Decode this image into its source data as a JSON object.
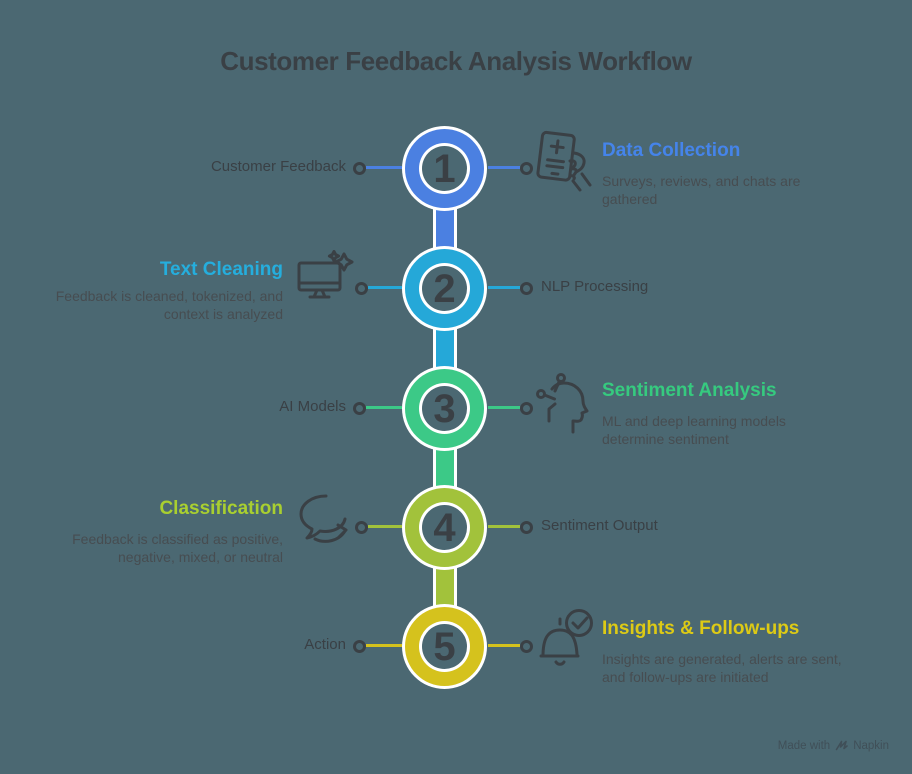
{
  "title": "Customer Feedback Analysis Workflow",
  "colors": {
    "background": "#4b6872",
    "ink": "#3a4045",
    "description": "#474d51",
    "watermark": "#3e4a52"
  },
  "watermark": {
    "prefix": "Made with",
    "brand": "Napkin",
    "logo_icon": "napkin-scribble-icon"
  },
  "steps": [
    {
      "number": "1",
      "label": "Customer Feedback",
      "heading": "Data Collection",
      "description": "Surveys, reviews, and chats are gathered",
      "detail_side": "right",
      "color": "#4b80e1",
      "heading_color": "#4584ea",
      "icon": "tablet-hand-icon"
    },
    {
      "number": "2",
      "label": "NLP Processing",
      "heading": "Text Cleaning",
      "description": "Feedback is cleaned, tokenized, and context is analyzed",
      "detail_side": "left",
      "color": "#25a8d8",
      "heading_color": "#25aedd",
      "icon": "monitor-sparkle-icon"
    },
    {
      "number": "3",
      "label": "AI Models",
      "heading": "Sentiment Analysis",
      "description": "ML and deep learning models determine sentiment",
      "detail_side": "right",
      "color": "#3cc987",
      "heading_color": "#36ca7f",
      "icon": "ai-head-icon"
    },
    {
      "number": "4",
      "label": "Sentiment Output",
      "heading": "Classification",
      "description": "Feedback is classified as positive, negative, mixed, or neutral",
      "detail_side": "left",
      "color": "#a2c23b",
      "heading_color": "#a9cf30",
      "icon": "speech-bubble-arrow-icon"
    },
    {
      "number": "5",
      "label": "Action",
      "heading": "Insights & Follow-ups",
      "description": "Insights are generated, alerts are sent, and follow-ups are initiated",
      "detail_side": "right",
      "color": "#d5c21d",
      "heading_color": "#ddca15",
      "icon": "bell-check-icon"
    }
  ]
}
